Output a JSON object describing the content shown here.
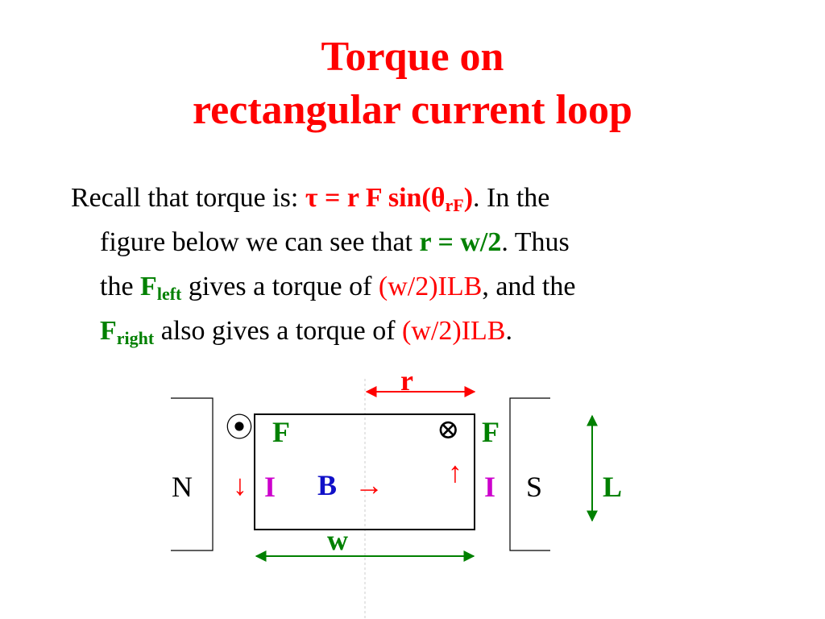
{
  "title": {
    "line1": "Torque on",
    "line2": "rectangular current loop"
  },
  "text": {
    "l1_a": "Recall that torque is:  ",
    "l1_tau": "τ = r F sin(θ",
    "l1_tau_sub": "rF",
    "l1_tau_end": ")",
    "l1_b": ".  In the",
    "l2_a": "figure below we can see that ",
    "l2_r": "r = w/2",
    "l2_b": ".  Thus",
    "l3_a": "the ",
    "l3_f": "F",
    "l3_f_sub": "left",
    "l3_b": " gives a torque of ",
    "l3_expr": "(w/2)ILB",
    "l3_c": ", and the",
    "l4_f": "F",
    "l4_f_sub": "right",
    "l4_b": " also gives a torque of ",
    "l4_expr": "(w/2)ILB",
    "l4_c": "."
  },
  "diagram": {
    "r_label": "r",
    "w_label": "w",
    "L_label": "L",
    "N_label": "N",
    "S_label": "S",
    "B_label": "B",
    "B_arrow": "→",
    "F_left": "F",
    "F_right": "F",
    "I_left": "I",
    "I_right": "I",
    "dot_symbol": "⦿",
    "cross_symbol": "⊗",
    "down_arrow": "↓",
    "up_arrow": "↑"
  },
  "colors": {
    "title": "#ff0000",
    "highlight_red": "#ff0000",
    "highlight_green": "#008000",
    "current_magenta": "#cc00cc",
    "field_blue": "#1010c8"
  }
}
